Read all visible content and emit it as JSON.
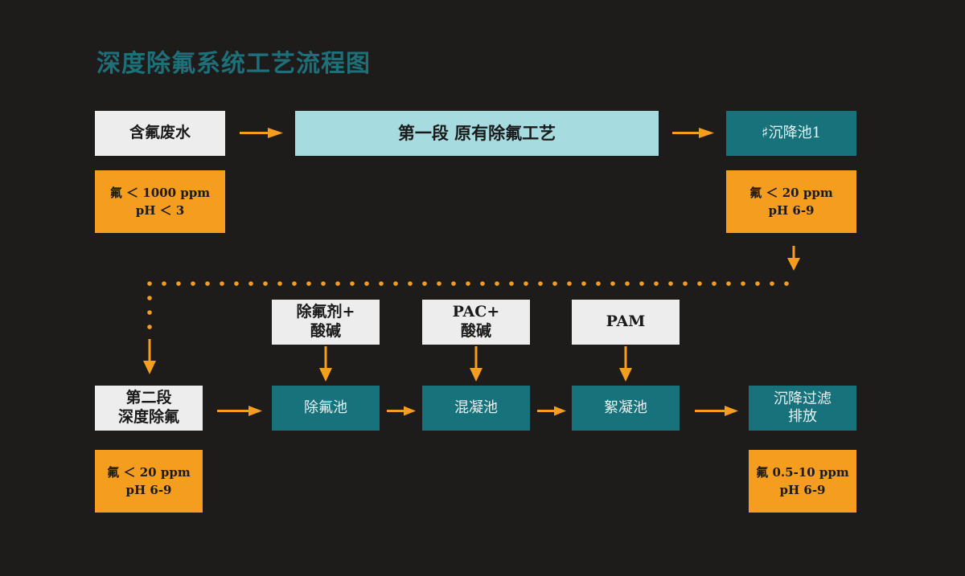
{
  "title": "深度除氟系统工艺流程图",
  "nodes": {
    "input_water": {
      "lines": [
        "含氟废水"
      ]
    },
    "stage_one": {
      "lines": [
        "第一段  原有除氟工艺"
      ]
    },
    "settling_tank_1": {
      "lines": [
        "♯沉降池1"
      ]
    },
    "stage_two": {
      "lines": [
        "第二段",
        "深度除氟"
      ]
    },
    "defluorination_tank": {
      "lines": [
        "除氟池"
      ]
    },
    "coagulation_tank": {
      "lines": [
        "混凝池"
      ]
    },
    "flocculation_tank": {
      "lines": [
        "絮凝池"
      ]
    },
    "settle_filter_discharge": {
      "lines": [
        "沉降过滤",
        "排放"
      ]
    }
  },
  "reagents": {
    "defluorination_agent": {
      "lines": [
        "除氟剂+",
        "酸碱"
      ]
    },
    "pac": {
      "lines": [
        "PAC+",
        "酸碱"
      ]
    },
    "pam": {
      "lines": [
        "PAM"
      ]
    }
  },
  "conditions": {
    "raw": {
      "lines": [
        "氟 ＜ 1000 ppm",
        "pH ＜ 3"
      ]
    },
    "after_stage_one": {
      "lines": [
        "氟 ＜ 20 ppm",
        "pH 6-9"
      ]
    },
    "stage_two_input": {
      "lines": [
        "氟 ＜ 20 ppm",
        "pH 6-9"
      ]
    },
    "final": {
      "lines": [
        "氟 0.5-10 ppm",
        "pH 6-9"
      ]
    }
  },
  "colors": {
    "background": "#1e1b1b",
    "title": "#1d6f78",
    "light_box": "#ededed",
    "cyan_box": "#a6dbe0",
    "teal_box": "#17727c",
    "orange_box": "#f49d1f",
    "arrow": "#f49d1f"
  }
}
